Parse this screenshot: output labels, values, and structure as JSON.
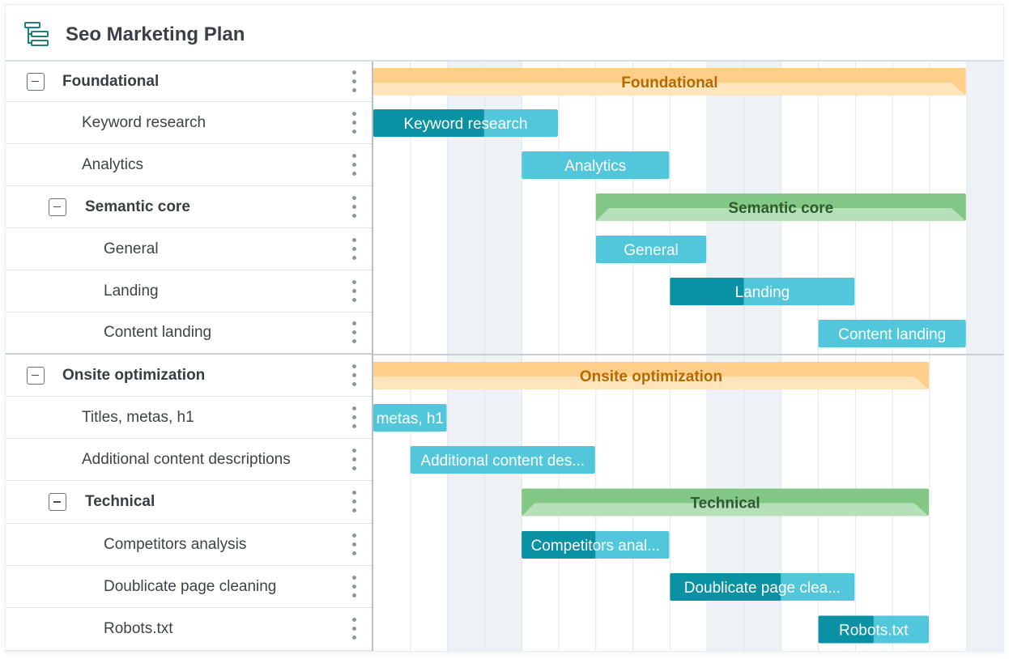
{
  "header": {
    "title": "Seo Marketing Plan",
    "icon": "gantt-tree-icon"
  },
  "colors": {
    "summary_orange": "#ffcf8a",
    "summary_orange_text": "#b56a00",
    "summary_green": "#82c785",
    "summary_green_text": "#2e5a31",
    "task_light": "#52c7dc",
    "task_dark": "#0a92a4",
    "weekend": "#eef2f7",
    "grid": "#e2e6ea"
  },
  "tasks": [
    {
      "name": "Foundational",
      "level": 0,
      "summary": true,
      "color": "orange",
      "bar_label": "Foundational",
      "start": 0,
      "end": 16,
      "progress": 0
    },
    {
      "name": "Keyword research",
      "level": 1,
      "summary": false,
      "bar_label": "Keyword research",
      "start": 0,
      "end": 5,
      "progress": 0.6
    },
    {
      "name": "Analytics",
      "level": 1,
      "summary": false,
      "bar_label": "Analytics",
      "start": 4,
      "end": 8,
      "progress": 0
    },
    {
      "name": "Semantic core",
      "level": 1,
      "summary": true,
      "color": "green",
      "bar_label": "Semantic core",
      "start": 6,
      "end": 16,
      "progress": 0
    },
    {
      "name": "General",
      "level": 2,
      "summary": false,
      "bar_label": "General",
      "start": 6,
      "end": 9,
      "progress": 0
    },
    {
      "name": "Landing",
      "level": 2,
      "summary": false,
      "bar_label": "Landing",
      "start": 8,
      "end": 13,
      "progress": 0.4
    },
    {
      "name": "Content landing",
      "level": 2,
      "summary": false,
      "bar_label": "Content landing",
      "start": 12,
      "end": 16,
      "progress": 0
    },
    {
      "name": "Onsite optimization",
      "level": 0,
      "summary": true,
      "color": "orange",
      "bar_label": "Onsite optimization",
      "start": -2,
      "end": 15,
      "progress": 0
    },
    {
      "name": "Titles, metas, h1",
      "level": 1,
      "summary": false,
      "bar_label": "metas, h1",
      "start": 0,
      "end": 2,
      "progress": 0
    },
    {
      "name": "Additional content descriptions",
      "level": 1,
      "summary": false,
      "bar_label": "Additional content des...",
      "start": 1,
      "end": 6,
      "progress": 0
    },
    {
      "name": "Technical",
      "level": 1,
      "summary": true,
      "color": "green",
      "bar_label": "Technical",
      "start": 4,
      "end": 15,
      "progress": 0
    },
    {
      "name": "Competitors analysis",
      "level": 2,
      "summary": false,
      "bar_label": "Competitors anal...",
      "start": 4,
      "end": 8,
      "progress": 0.5
    },
    {
      "name": "Doublicate page cleaning",
      "level": 2,
      "summary": false,
      "bar_label": "Doublicate page clea...",
      "start": 8,
      "end": 13,
      "progress": 0.6
    },
    {
      "name": "Robots.txt",
      "level": 2,
      "summary": false,
      "bar_label": "Robots.txt",
      "start": 12,
      "end": 15,
      "progress": 0.5
    }
  ],
  "timeline": {
    "columns": 17,
    "weekend_columns": [
      2,
      3,
      9,
      10,
      16
    ]
  }
}
